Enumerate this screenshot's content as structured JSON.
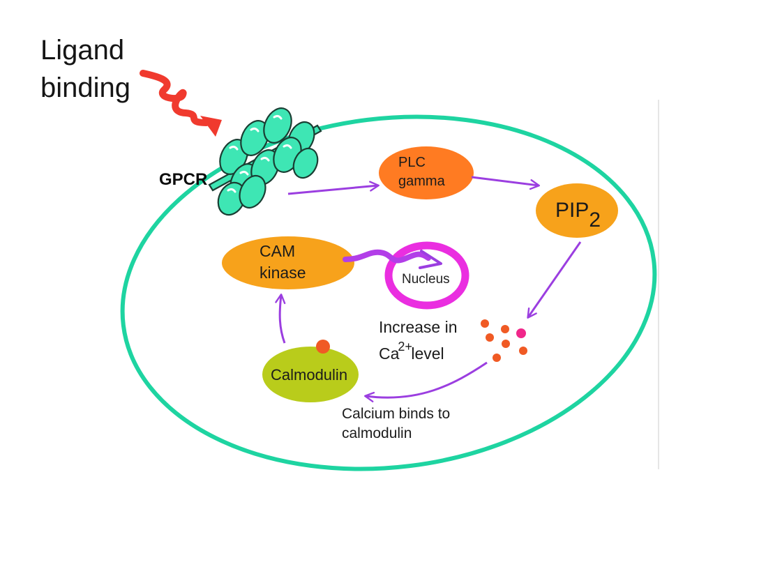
{
  "title": {
    "line1": "Ligand",
    "line2": "binding"
  },
  "receptor": {
    "label": "GPCR"
  },
  "nodes": {
    "plc": {
      "line1": "PLC",
      "line2": "gamma"
    },
    "pip2": {
      "base": "PIP",
      "subscript": "2"
    },
    "cam_kinase": {
      "line1": "CAM",
      "line2": "kinase"
    },
    "nucleus": {
      "label": "Nucleus"
    },
    "calmodulin": {
      "label": "Calmodulin"
    }
  },
  "annotations": {
    "calcium_increase": {
      "line1": "Increase in",
      "ion": "Ca",
      "charge": "2+",
      "line2_tail": "level"
    },
    "calcium_binding": {
      "line1": "Calcium binds to",
      "line2": "calmodulin"
    }
  },
  "colors": {
    "cell_membrane": "#1ed4a1",
    "gpcr": "#3ee6b4",
    "ligand": "#f03a2e",
    "arrows": "#9b3ee0",
    "plc_gamma": "#ff7b22",
    "pip2": "#f7a21b",
    "cam_kinase": "#f7a21b",
    "nucleus": "#ea2ee0",
    "calmodulin": "#b9cc1b",
    "calcium_ions": "#f05a24",
    "calcium_ion_highlight": "#f0278a"
  }
}
